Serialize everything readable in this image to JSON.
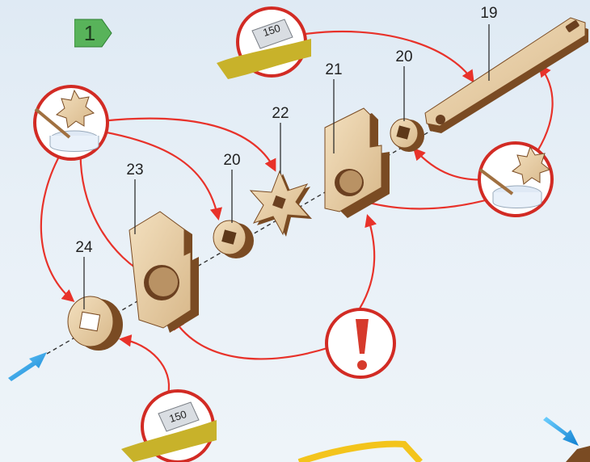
{
  "step": {
    "number": "1",
    "color": "#58b35a"
  },
  "parts": [
    {
      "id": "part-19",
      "label": "19"
    },
    {
      "id": "part-20-top",
      "label": "20"
    },
    {
      "id": "part-21",
      "label": "21"
    },
    {
      "id": "part-22",
      "label": "22"
    },
    {
      "id": "part-20-mid",
      "label": "20"
    },
    {
      "id": "part-23",
      "label": "23"
    },
    {
      "id": "part-24",
      "label": "24"
    }
  ],
  "sandpaper": {
    "grit_label": "150"
  },
  "icons": {
    "sandpaper": "sandpaper-icon",
    "glue": "glue-icon",
    "warning": "exclamation-icon",
    "direction": "blue-arrow-icon"
  },
  "colors": {
    "arrow": "#e8322a",
    "wood": "#e9cfa6",
    "wood_edge": "#7a4b23",
    "axis_arrow": "#1e9fe6"
  }
}
